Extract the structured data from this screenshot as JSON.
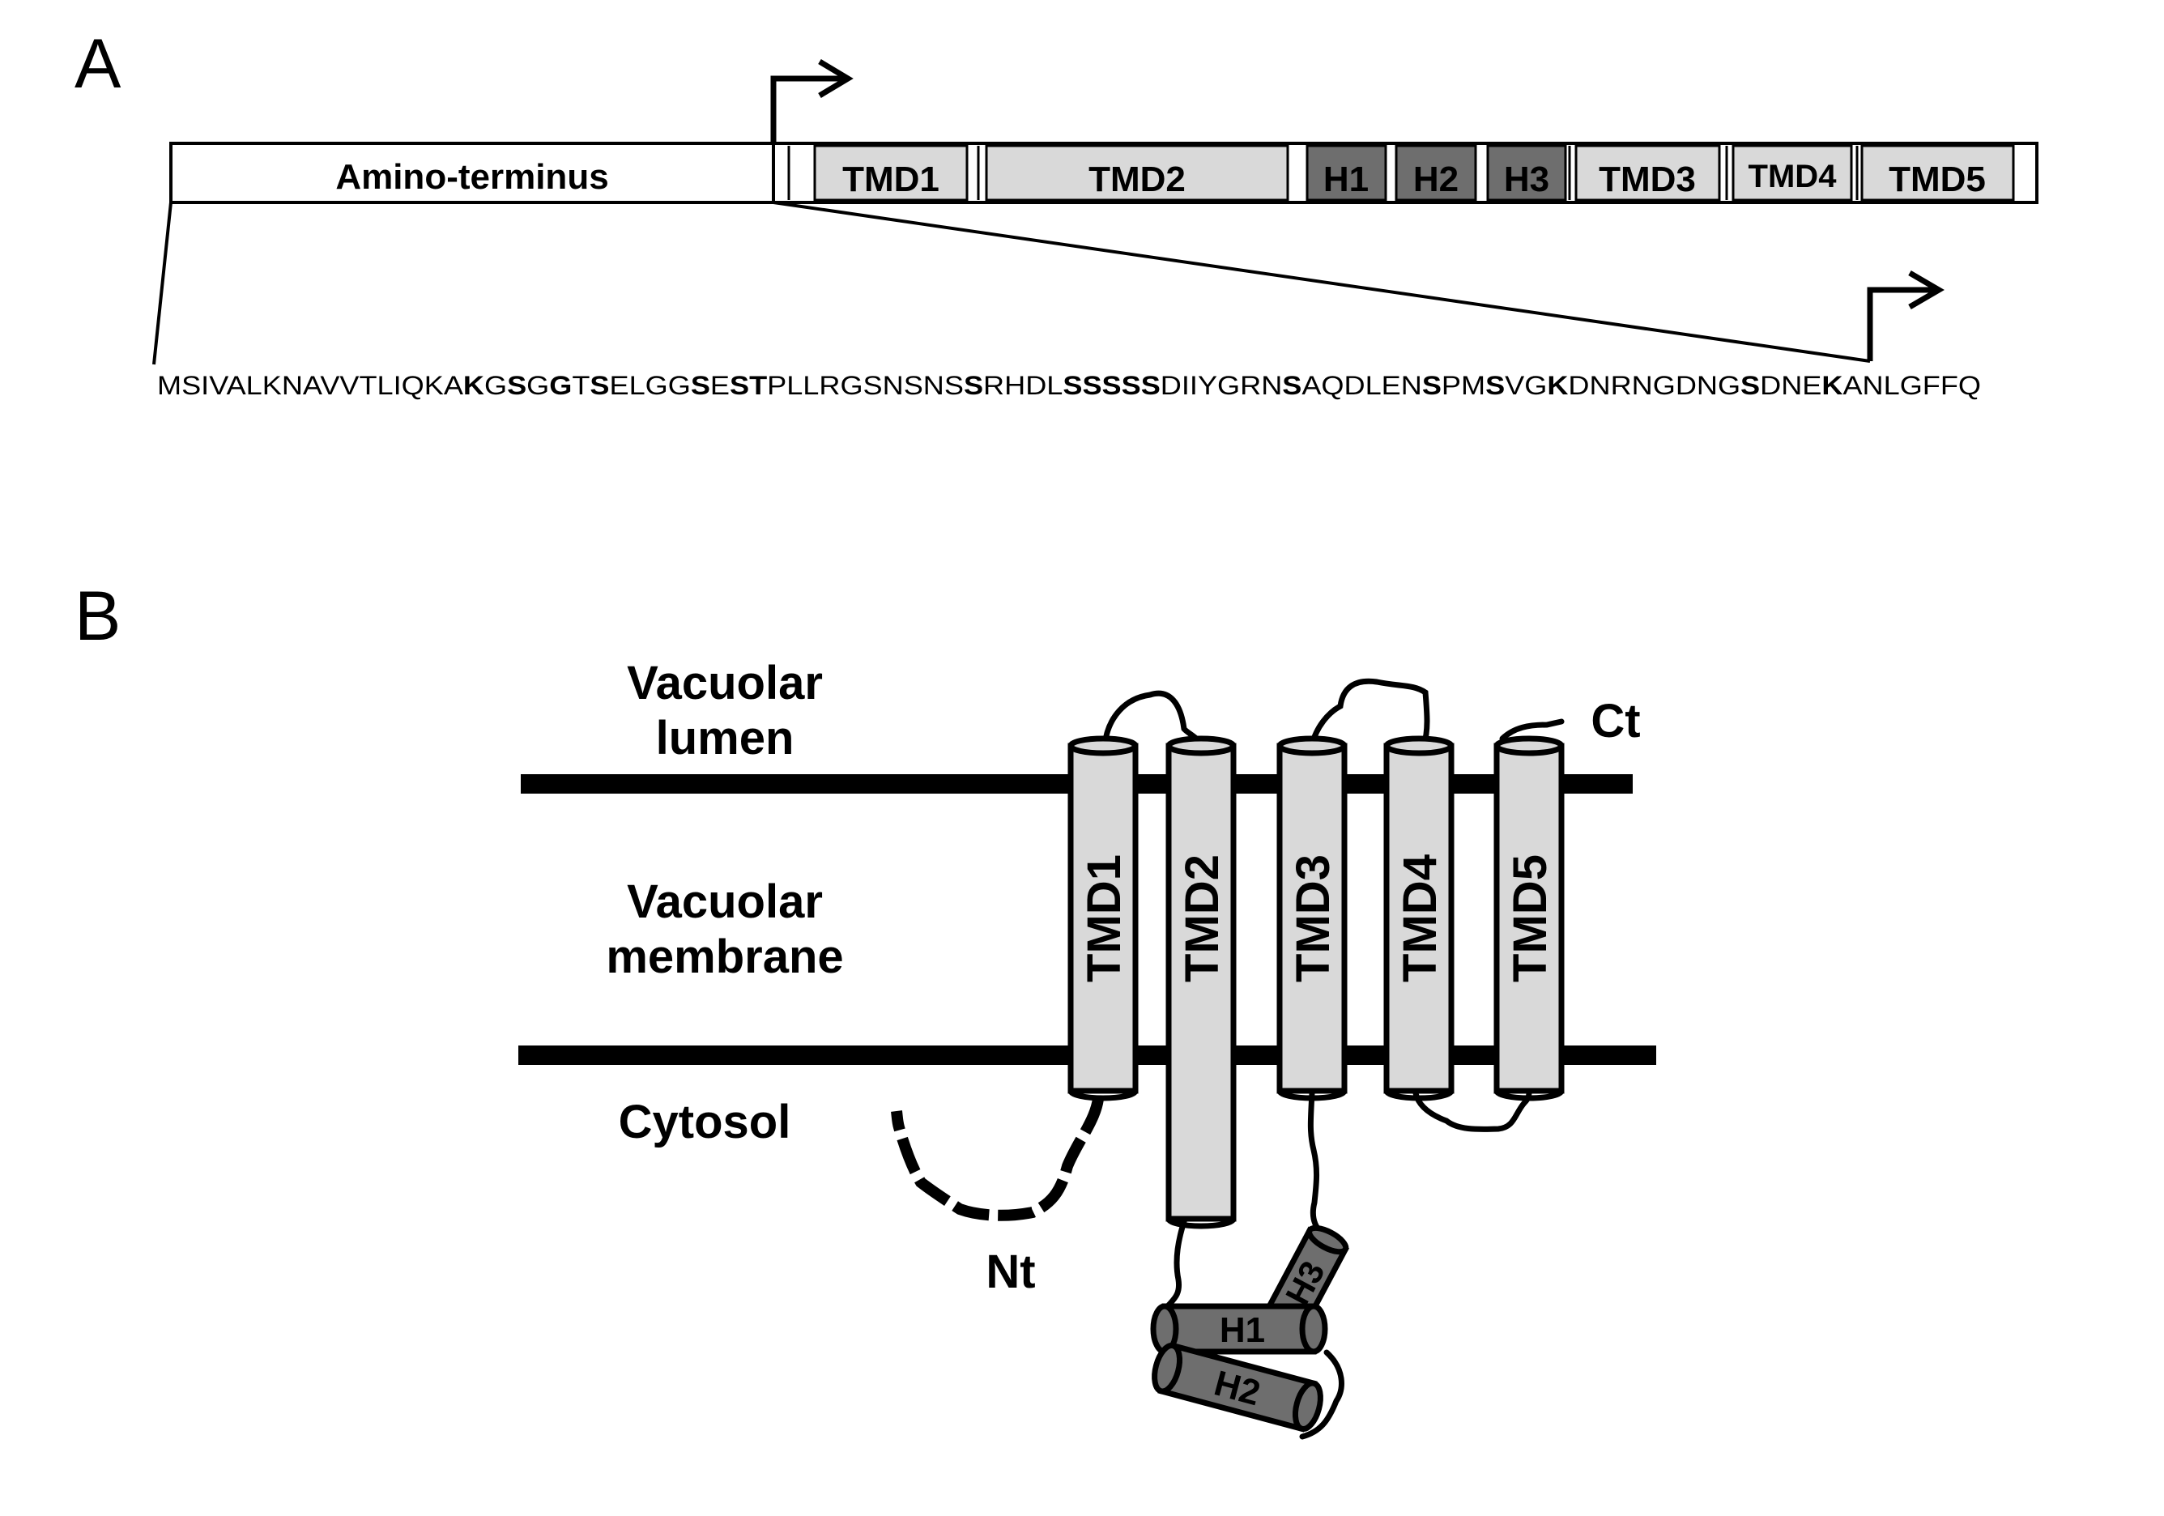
{
  "panels": {
    "a": "A",
    "b": "B"
  },
  "domains": {
    "amino_terminus": "Amino-terminus",
    "tmd1": "TMD1",
    "tmd2": "TMD2",
    "h1": "H1",
    "h2": "H2",
    "h3": "H3",
    "tmd3": "TMD3",
    "tmd4": "TMD4",
    "tmd5": "TMD5"
  },
  "sequence": [
    {
      "t": "MSIVALKNAVVTLIQKA",
      "b": false
    },
    {
      "t": "K",
      "b": true
    },
    {
      "t": "G",
      "b": false
    },
    {
      "t": "S",
      "b": true
    },
    {
      "t": "G",
      "b": false
    },
    {
      "t": "G",
      "b": true
    },
    {
      "t": "T",
      "b": false
    },
    {
      "t": "S",
      "b": true
    },
    {
      "t": "ELGG",
      "b": false
    },
    {
      "t": "S",
      "b": true
    },
    {
      "t": "E",
      "b": false
    },
    {
      "t": "ST",
      "b": true
    },
    {
      "t": "PLLRGSNSNS",
      "b": false
    },
    {
      "t": "S",
      "b": true
    },
    {
      "t": "RHDL",
      "b": false
    },
    {
      "t": "SSSSS",
      "b": true
    },
    {
      "t": "DIIYGRN",
      "b": false
    },
    {
      "t": "S",
      "b": true
    },
    {
      "t": "AQDLEN",
      "b": false
    },
    {
      "t": "S",
      "b": true
    },
    {
      "t": "PM",
      "b": false
    },
    {
      "t": "S",
      "b": true
    },
    {
      "t": "VG",
      "b": false
    },
    {
      "t": "K",
      "b": true
    },
    {
      "t": "DNRNGDNG",
      "b": false
    },
    {
      "t": "S",
      "b": true
    },
    {
      "t": "DNE",
      "b": false
    },
    {
      "t": "K",
      "b": true
    },
    {
      "t": "ANLGFFQ",
      "b": false
    }
  ],
  "compartments": {
    "lumen_line1": "Vacuolar",
    "lumen_line2": "lumen",
    "membrane_line1": "Vacuolar",
    "membrane_line2": "membrane",
    "cytosol": "Cytosol"
  },
  "termini": {
    "nt": "Nt",
    "ct": "Ct"
  },
  "colors": {
    "tmd_fill": "#d9d9d9",
    "helix_fill": "#6e6e6e",
    "stroke": "#000000"
  }
}
